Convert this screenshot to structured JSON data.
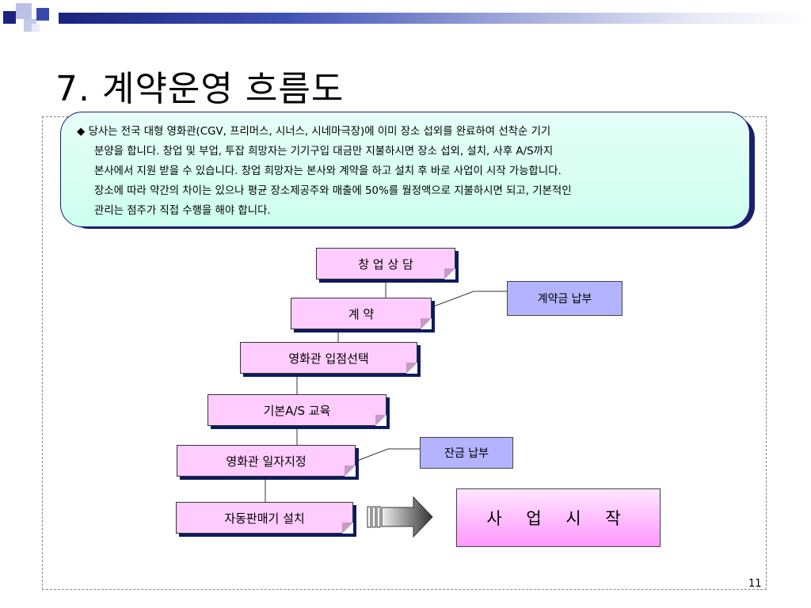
{
  "title": "7. 계약운영 흐름도",
  "note": {
    "bullet": "◆",
    "lines": [
      "당사는 전국 대형 영화관(CGV, 프리머스, 시너스, 시네마극장)에 이미 장소 섭외를 완료하여 선착순 기기",
      "분양을 합니다. 창업 및 부업, 투잡 희망자는 기기구입 대금만 지불하시면 장소 섭외, 설치, 사후 A/S까지",
      "본사에서 지원 받을 수 있습니다. 창업 희망자는 본사와 계약을 하고 설치 후 바로 사업이 시작 가능합니다.",
      "장소에 따라 약간의 차이는 있으나 평균 장소제공주와 매출에 50%를 월정액으로 지불하시면 되고, 기본적인",
      "관리는 점주가 직접 수행을 해야 합니다."
    ]
  },
  "flow": {
    "step1": "창 업 상 담",
    "step2": "계  약",
    "step3": "영화관 입점선택",
    "step4": "기본A/S 교육",
    "step5": "영화관 일자지정",
    "step6": "자동판매기 설치",
    "callout_deposit": "계약금 납부",
    "callout_balance": "잔금 납부",
    "start_business": "사 업 시 작"
  },
  "page_number": "11",
  "colors": {
    "title_band": "#1a237e",
    "note_bg": "#ccffee",
    "step_box": "#ffccff",
    "callout_box": "#b3b3ff",
    "shadow": "#0d1b5e"
  }
}
